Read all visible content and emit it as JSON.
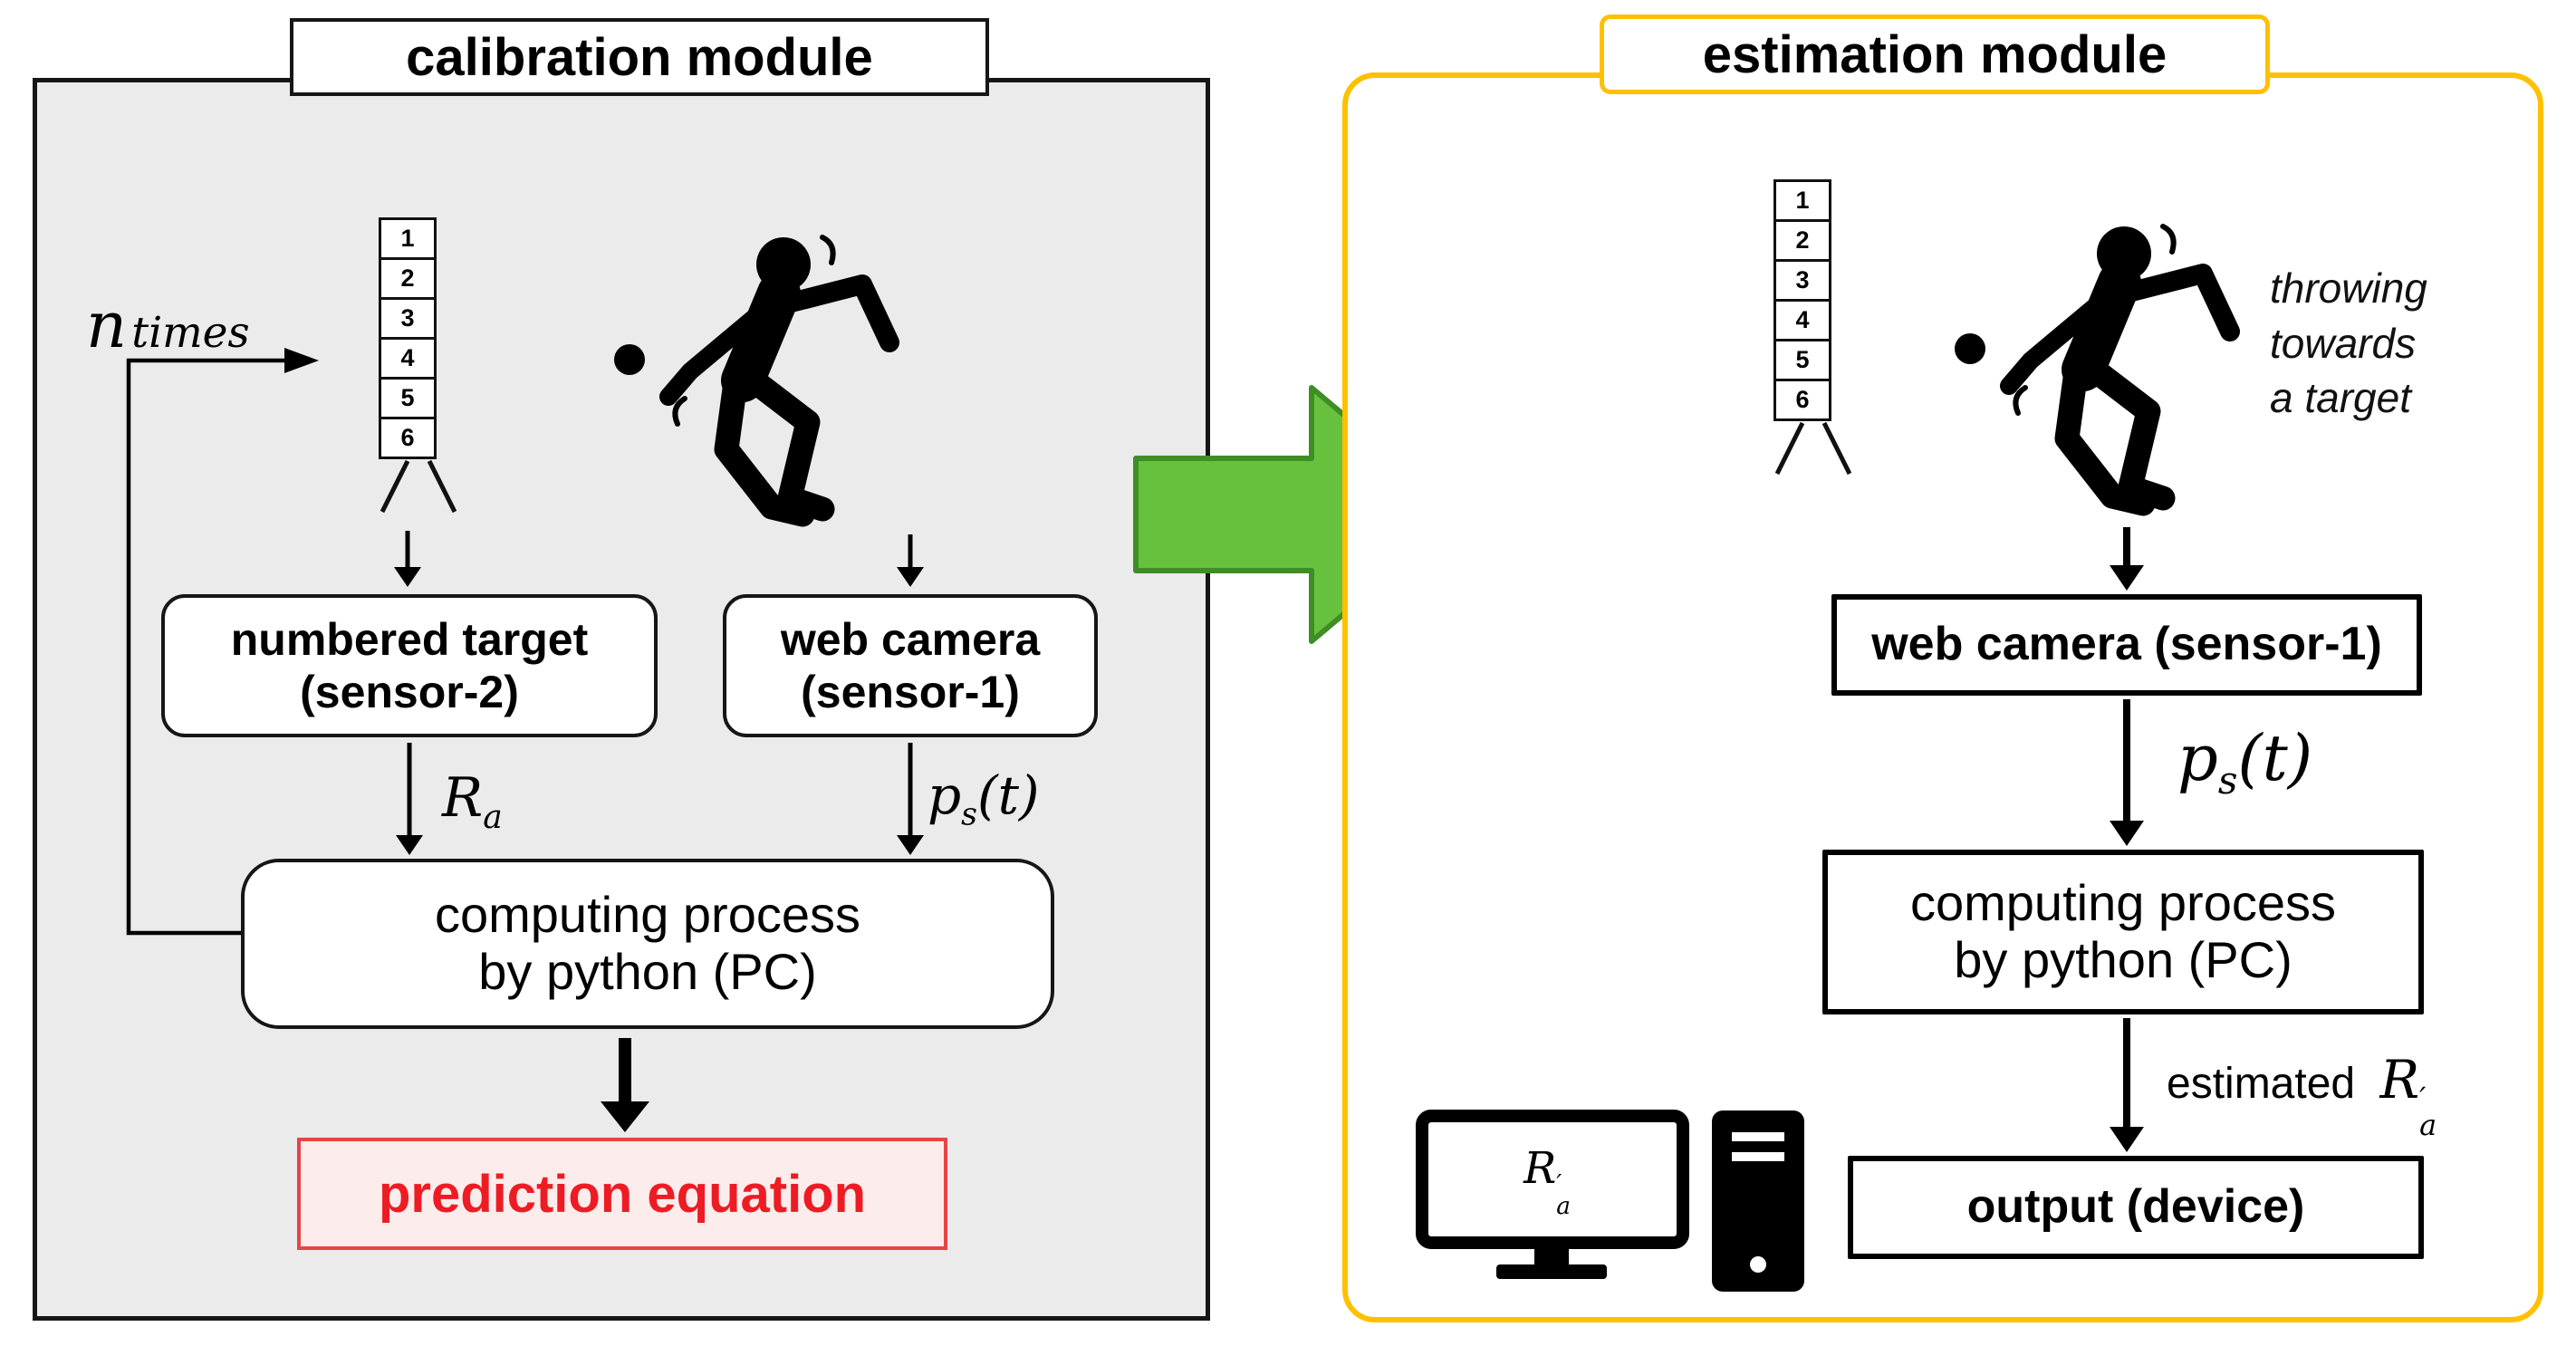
{
  "left_panel": {
    "title": "calibration module",
    "loop_n": "n",
    "loop_times": "times",
    "target_numbers": [
      "1",
      "2",
      "3",
      "4",
      "5",
      "6"
    ],
    "sensor2_box": {
      "line1": "numbered target",
      "line2": "(sensor-2)"
    },
    "sensor1_box": {
      "line1": "web camera",
      "line2": "(sensor-1)"
    },
    "ra_label": {
      "base": "R",
      "sub": "a"
    },
    "ps_label": {
      "base": "p",
      "sub": "s",
      "rest": "(t)"
    },
    "computing_box": {
      "line1": "computing process",
      "line2": "by python (PC)"
    },
    "prediction_box": "prediction equation"
  },
  "right_panel": {
    "title": "estimation module",
    "target_numbers": [
      "1",
      "2",
      "3",
      "4",
      "5",
      "6"
    ],
    "throwing_note": {
      "line1": "throwing",
      "line2": "towards",
      "line3": "a target"
    },
    "webcam_box": "web camera (sensor-1)",
    "ps_label": {
      "base": "p",
      "sub": "s",
      "rest": "(t)"
    },
    "computing_box": {
      "line1": "computing process",
      "line2": "by python (PC)"
    },
    "estimated_label": {
      "text": "estimated",
      "base": "R",
      "prime": "′",
      "sub": "a"
    },
    "output_box": "output (device)",
    "monitor_label": {
      "base": "R",
      "prime": "′",
      "sub": "a"
    }
  },
  "colors": {
    "calibration_panel_bg": "#ebebeb",
    "calibration_border": "#161616",
    "estimation_border": "#ffc000",
    "prediction_text": "#ed1c24",
    "prediction_border": "#e64545",
    "prediction_bg": "#fdecec",
    "flow_arrow_fill": "#68c13c",
    "flow_arrow_stroke": "#3e8e26"
  }
}
